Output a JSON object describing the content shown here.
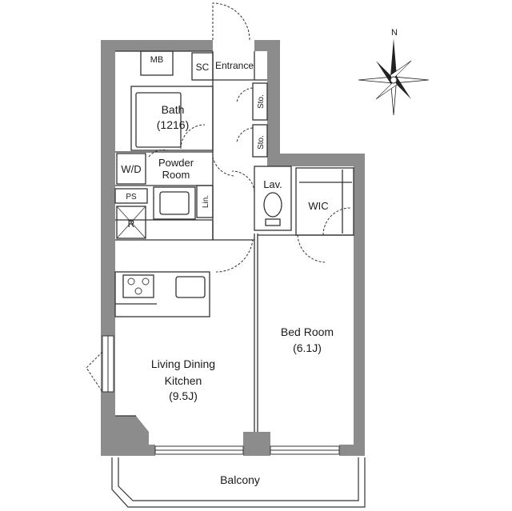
{
  "compass": {
    "north_label": "N",
    "icon": "compass-rose-icon"
  },
  "colors": {
    "wall": "#8c8c8c",
    "line": "#333333",
    "fixture": "#555555",
    "floor": "#ffffff"
  },
  "rooms": {
    "mb": "MB",
    "sc": "SC",
    "entrance": "Entrance",
    "storage_upper": "Sto.",
    "storage_lower": "Sto.",
    "bath_name": "Bath",
    "bath_size": "(1216)",
    "wd": "W/D",
    "powder_line1": "Powder",
    "powder_line2": "Room",
    "ps": "PS",
    "lin": "Lin.",
    "lav": "Lav.",
    "wic": "WIC",
    "refrigerator": "R",
    "ldk_line1": "Living Dining",
    "ldk_line2": "Kitchen",
    "ldk_size": "(9.5J)",
    "bed_name": "Bed Room",
    "bed_size": "(6.1J)",
    "balcony": "Balcony"
  }
}
